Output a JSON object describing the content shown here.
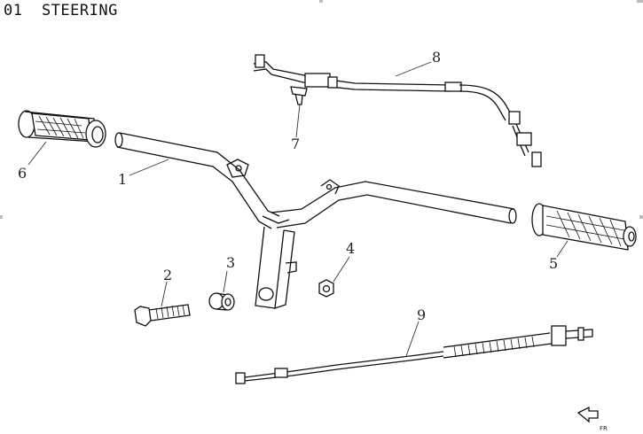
{
  "header": {
    "title": "01  STEERING"
  },
  "parts": [
    {
      "id": "1"
    },
    {
      "id": "2"
    },
    {
      "id": "3"
    },
    {
      "id": "4"
    },
    {
      "id": "5"
    },
    {
      "id": "6"
    },
    {
      "id": "7"
    },
    {
      "id": "8"
    },
    {
      "id": "9"
    }
  ],
  "footer": {
    "arrow_text": "FR"
  }
}
